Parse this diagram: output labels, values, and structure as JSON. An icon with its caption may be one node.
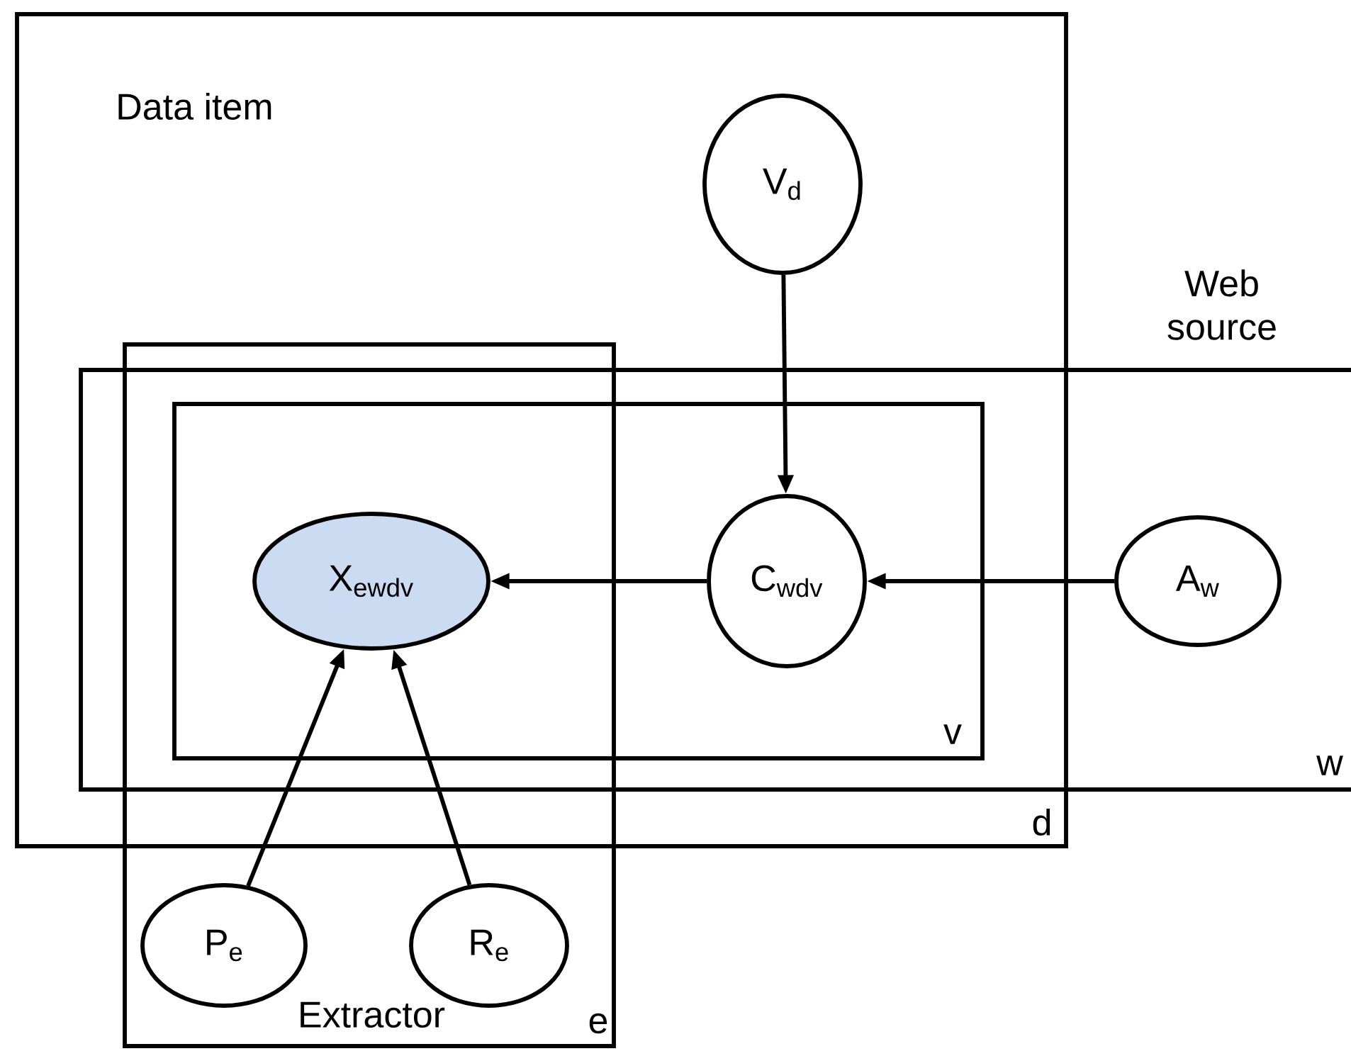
{
  "diagram": {
    "nodes": [
      {
        "text": [
          "Data item",
          "d"
        ]
      },
      {
        "text": [
          "V$_{d}$"
        ],
        "in": 0
      },
      {
        "text": [
          "Web source",
          "w"
        ]
      },
      {
        "text": [
          "v"
        ]
      },
      {
        "text": [
          "X$_{ewdv}$"
        ]
      },
      {
        "text": [
          "C$_{wdv}$"
        ],
        "in": 3
      },
      {
        "text": [
          "A$_{w}$"
        ],
        "in": 2
      },
      {
        "text": [
          "Extractor",
          "e"
        ]
      },
      {
        "text": [
          "P$_{e}$"
        ],
        "in": 7
      },
      {
        "text": [
          "R$_{e}$"
        ],
        "in": 7
      }
    ],
    "edges": [
      {
        "from": 1,
        "to": 5,
        "arrow": "to"
      },
      {
        "from": 5,
        "to": 4,
        "arrow": "to"
      },
      {
        "from": 6,
        "to": 5,
        "arrow": "to"
      },
      {
        "from": 8,
        "to": 4,
        "arrow": "to"
      },
      {
        "from": 9,
        "to": 4,
        "arrow": "to"
      }
    ]
  }
}
